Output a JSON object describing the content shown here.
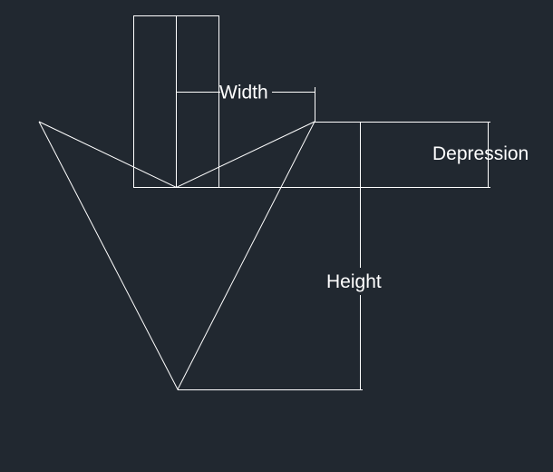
{
  "colors": {
    "background": "#212830",
    "stroke": "#ffffff",
    "text": "#ffffff"
  },
  "labels": {
    "width": "Width",
    "depression": "Depression",
    "height": "Height"
  }
}
